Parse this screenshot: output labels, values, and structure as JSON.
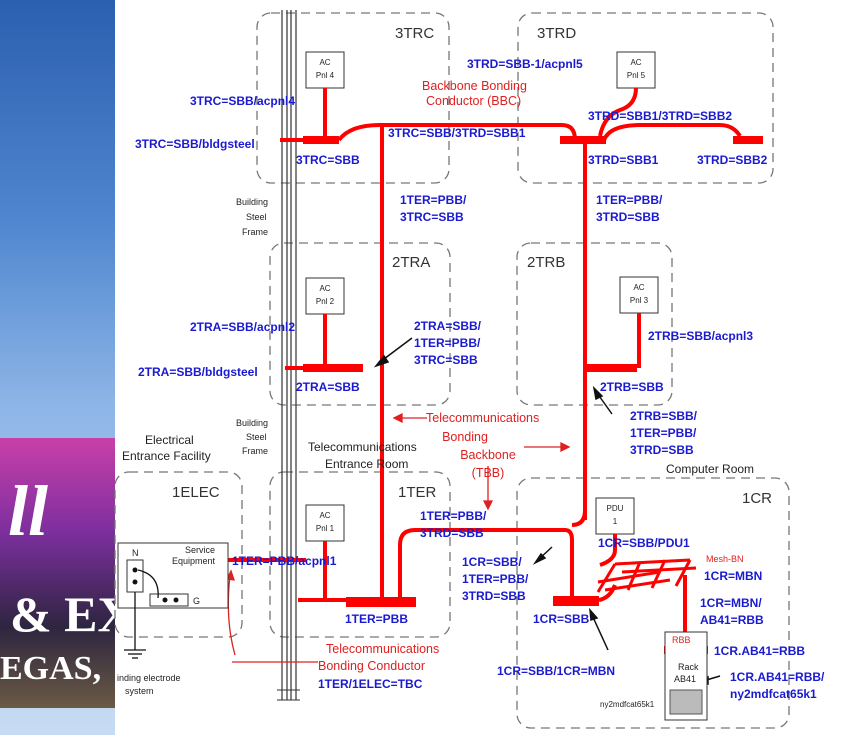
{
  "rooms": {
    "r3trc": "3TRC",
    "r3trd": "3TRD",
    "r2tra": "2TRA",
    "r2trb": "2TRB",
    "r1elec": "1ELEC",
    "r1ter": "1TER",
    "r1cr": "1CR"
  },
  "panels": {
    "p4": [
      "AC",
      "Pnl 4"
    ],
    "p5": [
      "AC",
      "Pnl 5"
    ],
    "p2": [
      "AC",
      "Pnl 2"
    ],
    "p3": [
      "AC",
      "Pnl 3"
    ],
    "p1": [
      "AC",
      "Pnl 1"
    ],
    "pdu": [
      "PDU",
      "1"
    ]
  },
  "labels": {
    "l3trc_ac": "3TRC=SBB/acpnl4",
    "l3trc_steel": "3TRC=SBB/bldgsteel",
    "l3trc_sbb": "3TRC=SBB",
    "l3trc_3trd": "3TRC=SBB/3TRD=SBB1",
    "l3trd_ac": "3TRD=SBB-1/acpnl5",
    "l3trd_sbb12": "3TRD=SBB1/3TRD=SBB2",
    "l3trd_sbb1": "3TRD=SBB1",
    "l3trd_sbb2": "3TRD=SBB2",
    "l1ter_3trc": [
      "1TER=PBB/",
      "3TRC=SBB"
    ],
    "l1ter_3trd": [
      "1TER=PBB/",
      "3TRD=SBB"
    ],
    "l2tra_ac": "2TRA=SBB/acpnl2",
    "l2tra_steel": "2TRA=SBB/bldgsteel",
    "l2tra_sbb": "2TRA=SBB",
    "l2tra_multi": [
      "2TRA=SBB/",
      "1TER=PBB/",
      "3TRC=SBB"
    ],
    "l2trb_ac": "2TRB=SBB/acpnl3",
    "l2trb_sbb": "2TRB=SBB",
    "l2trb_multi": [
      "2TRB=SBB/",
      "1TER=PBB/",
      "3TRD=SBB"
    ],
    "l1ter_ac": "1TER=PBB/acpnl1",
    "l1ter_pbb": "1TER=PBB",
    "l1ter_cr": [
      "1TER=PBB/",
      "3TRD=SBB"
    ],
    "l1cr_multi": [
      "1CR=SBB/",
      "1TER=PBB/",
      "3TRD=SBB"
    ],
    "l1cr_sbb": "1CR=SBB",
    "l1cr_pdu": "1CR=SBB/PDU1",
    "l1cr_mbn": "1CR=MBN",
    "l1cr_mbn_ab": [
      "1CR=MBN/",
      "AB41=RBB"
    ],
    "l1cr_ab": "1CR.AB41=RBB",
    "l1cr_ab2": [
      "1CR.AB41=RBB/",
      "ny2mdfcat65k1"
    ],
    "l1cr_sbb_mbn": "1CR=SBB/1CR=MBN",
    "l_tbc": "1TER/1ELEC=TBC"
  },
  "red_labels": {
    "bbc": [
      "Backbone Bonding",
      "Conductor (BBC)"
    ],
    "tbb_1": "Telecommunications",
    "tbb": [
      "Bonding",
      "Backbone",
      "(TBB)"
    ],
    "tbc": [
      "Telecommunications",
      "Bonding Conductor"
    ],
    "mesh": "Mesh-BN",
    "rbb": "RBB"
  },
  "black_labels": {
    "steel_top": [
      "Building",
      "Steel",
      "Frame"
    ],
    "steel_bot": [
      "Building",
      "Steel",
      "Frame"
    ],
    "elec_fac": [
      "Electrical",
      "Entrance Facility"
    ],
    "ter_room": [
      "Telecommunications",
      "Entrance Room"
    ],
    "comp_room": "Computer Room",
    "service": [
      "Service",
      "Equipment"
    ],
    "n": "N",
    "g": "G",
    "ground": [
      "inding electrode",
      "system"
    ],
    "rack": [
      "Rack",
      "AB41"
    ],
    "ny2": "ny2mdfcat65k1"
  },
  "colors": {
    "bond": "#ff0000",
    "label_blue": "#1a1ad0",
    "label_red": "#e02020"
  }
}
